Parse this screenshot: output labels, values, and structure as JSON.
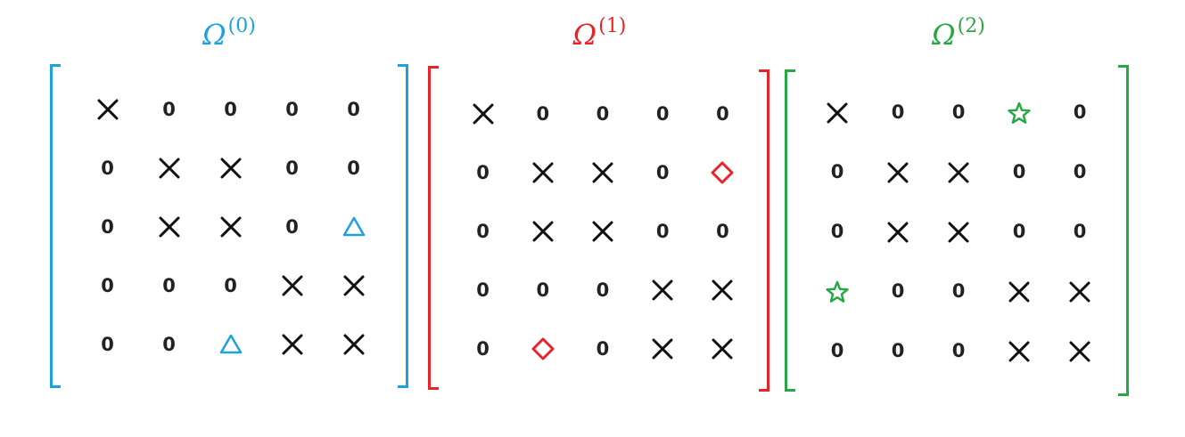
{
  "matrices": [
    {
      "symbol": "Ω",
      "superscript": "(0)",
      "color": "#1ca3de",
      "rows": [
        [
          "x",
          "0",
          "0",
          "0",
          "0"
        ],
        [
          "0",
          "x",
          "x",
          "0",
          "0"
        ],
        [
          "0",
          "x",
          "x",
          "0",
          "triangle"
        ],
        [
          "0",
          "0",
          "0",
          "x",
          "x"
        ],
        [
          "0",
          "0",
          "triangle",
          "x",
          "x"
        ]
      ]
    },
    {
      "symbol": "Ω",
      "superscript": "(1)",
      "color": "#e8242b",
      "rows": [
        [
          "x",
          "0",
          "0",
          "0",
          "0"
        ],
        [
          "0",
          "x",
          "x",
          "0",
          "diamond"
        ],
        [
          "0",
          "x",
          "x",
          "0",
          "0"
        ],
        [
          "0",
          "0",
          "0",
          "x",
          "x"
        ],
        [
          "0",
          "diamond",
          "0",
          "x",
          "x"
        ]
      ]
    },
    {
      "symbol": "Ω",
      "superscript": "(2)",
      "color": "#27a845",
      "rows": [
        [
          "x",
          "0",
          "0",
          "star",
          "0"
        ],
        [
          "0",
          "x",
          "x",
          "0",
          "0"
        ],
        [
          "0",
          "x",
          "x",
          "0",
          "0"
        ],
        [
          "star",
          "0",
          "0",
          "x",
          "x"
        ],
        [
          "0",
          "0",
          "0",
          "x",
          "x"
        ]
      ]
    }
  ],
  "icons": {
    "x": "cross-icon",
    "triangle": "triangle-icon",
    "diamond": "diamond-icon",
    "star": "star-icon"
  }
}
